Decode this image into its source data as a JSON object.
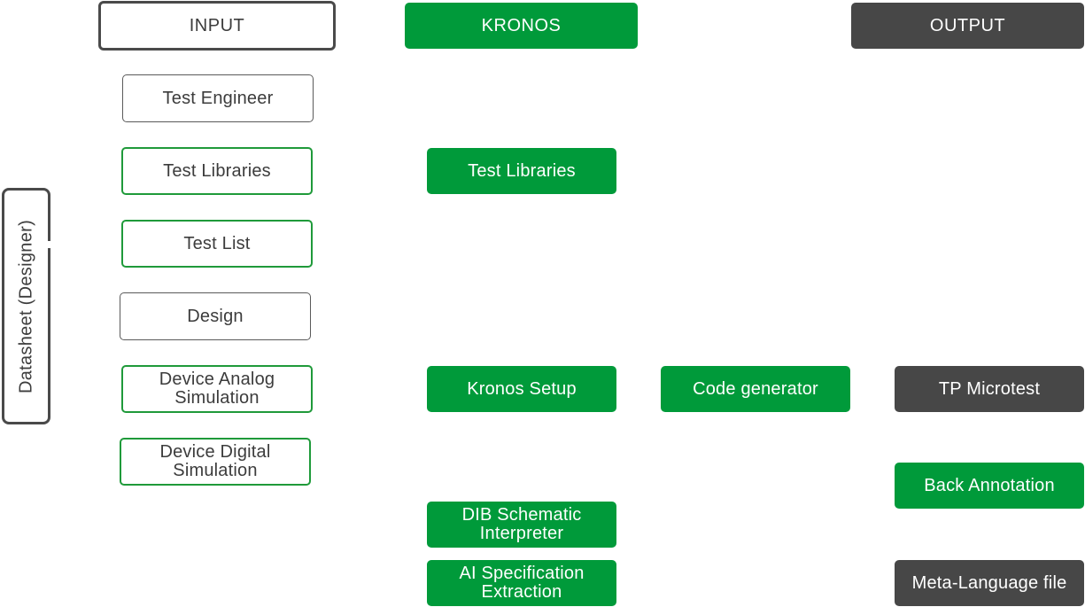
{
  "headers": {
    "input": "INPUT",
    "kronos": "KRONOS",
    "output": "OUTPUT"
  },
  "side_label": "Datasheet (Designer)",
  "inputs": {
    "test_engineer": "Test Engineer",
    "test_libraries": "Test Libraries",
    "test_list": "Test List",
    "design": "Design",
    "device_analog_simulation": "Device Analog\nSimulation",
    "device_digital_simulation": "Device Digital\nSimulation"
  },
  "kronos": {
    "test_libraries": "Test Libraries",
    "kronos_setup": "Kronos Setup",
    "code_generator": "Code generator",
    "dib_schematic_interpreter": "DIB Schematic\nInterpreter",
    "ai_specification_extraction": "AI Specification\nExtraction"
  },
  "outputs": {
    "tp_microtest": "TP Microtest",
    "back_annotation": "Back Annotation",
    "meta_language_file": "Meta-Language file"
  },
  "colors": {
    "green": "#009a3a",
    "dark_gray": "#474747",
    "outline_green": "#1f9a3a",
    "text": "#3c3c3c"
  }
}
